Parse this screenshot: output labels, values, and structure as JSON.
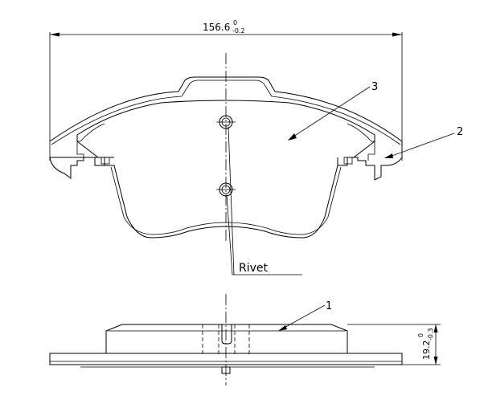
{
  "dimensions": {
    "width": {
      "nominal": "156.6",
      "upper_tol": "0",
      "lower_tol": "-0.2"
    },
    "thickness": {
      "nominal": "19.2",
      "upper_tol": "0",
      "lower_tol": "-0.3"
    }
  },
  "callouts": {
    "part_1": "1",
    "part_2": "2",
    "part_3": "3",
    "rivet": "Rivet"
  }
}
